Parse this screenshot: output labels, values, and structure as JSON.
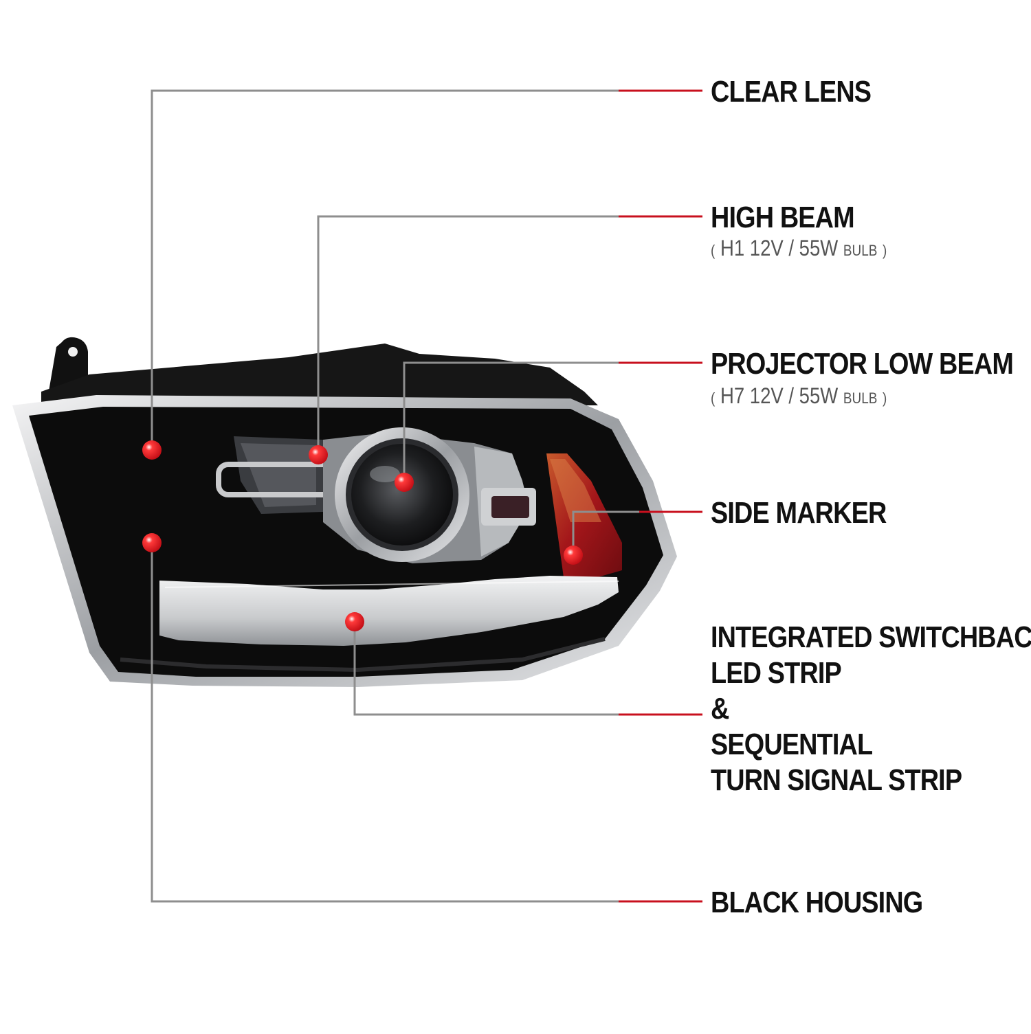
{
  "colors": {
    "leader_grey": "#8e8e8e",
    "leader_red": "#c8101e",
    "dot_red": "#e0141e",
    "housing_black": "#0c0c0c",
    "chrome": "#d9dadc",
    "amber": "#b8201c"
  },
  "callouts": {
    "clear_lens": {
      "title": "CLEAR LENS"
    },
    "high_beam": {
      "title": "HIGH BEAM",
      "spec": {
        "open": "(",
        "bulb": "H1",
        "volts": "12V",
        "sep": "/",
        "watts": "55W",
        "suffix": "BULB",
        "close": ")"
      }
    },
    "projector_low_beam": {
      "title": "PROJECTOR LOW BEAM",
      "spec": {
        "open": "(",
        "bulb": "H7",
        "volts": "12V",
        "sep": "/",
        "watts": "55W",
        "suffix": "BULB",
        "close": ")"
      }
    },
    "side_marker": {
      "title": "SIDE MARKER"
    },
    "led_strip": {
      "line1": "INTEGRATED SWITCHBACK",
      "line2": "LED STRIP",
      "line3": "&",
      "line4": "SEQUENTIAL",
      "line5": "TURN SIGNAL STRIP"
    },
    "black_housing": {
      "title": "BLACK HOUSING"
    }
  }
}
